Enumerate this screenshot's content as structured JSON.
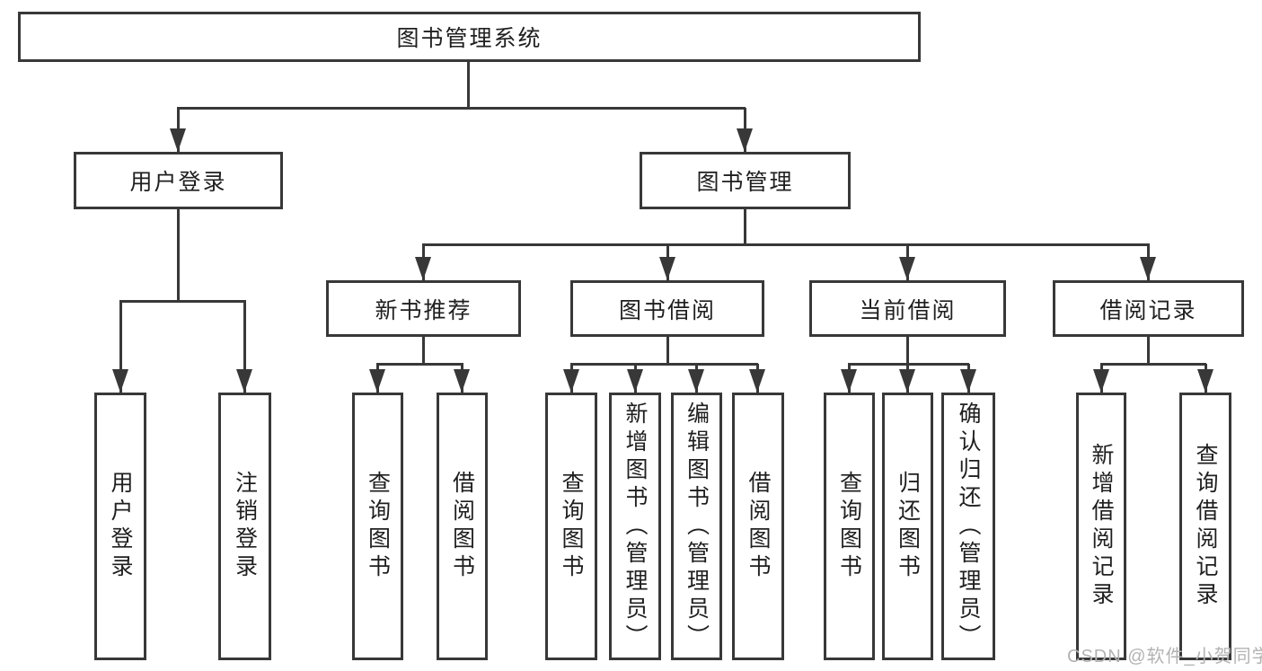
{
  "tree": {
    "label": "图书管理系统",
    "children": [
      {
        "label": "用户登录",
        "children": [
          {
            "label": "用户登录"
          },
          {
            "label": "注销登录"
          }
        ]
      },
      {
        "label": "图书管理",
        "children": [
          {
            "label": "新书推荐",
            "children": [
              {
                "label": "查询图书"
              },
              {
                "label": "借阅图书"
              }
            ]
          },
          {
            "label": "图书借阅",
            "children": [
              {
                "label": "查询图书"
              },
              {
                "label": "新增图书（管理员）"
              },
              {
                "label": "编辑图书（管理员）"
              },
              {
                "label": "借阅图书"
              }
            ]
          },
          {
            "label": "当前借阅",
            "children": [
              {
                "label": "查询图书"
              },
              {
                "label": "归还图书"
              },
              {
                "label": "确认归还（管理员）"
              }
            ]
          },
          {
            "label": "借阅记录",
            "children": [
              {
                "label": "新增借阅记录"
              },
              {
                "label": "查询借阅记录"
              }
            ]
          }
        ]
      }
    ]
  },
  "watermark": {
    "text": "CSDN @软件_小贺同学"
  },
  "colors": {
    "line": "#383838",
    "text": "#1f1f1f",
    "watermark": "#b3b3b3",
    "background": "#ffffff"
  }
}
